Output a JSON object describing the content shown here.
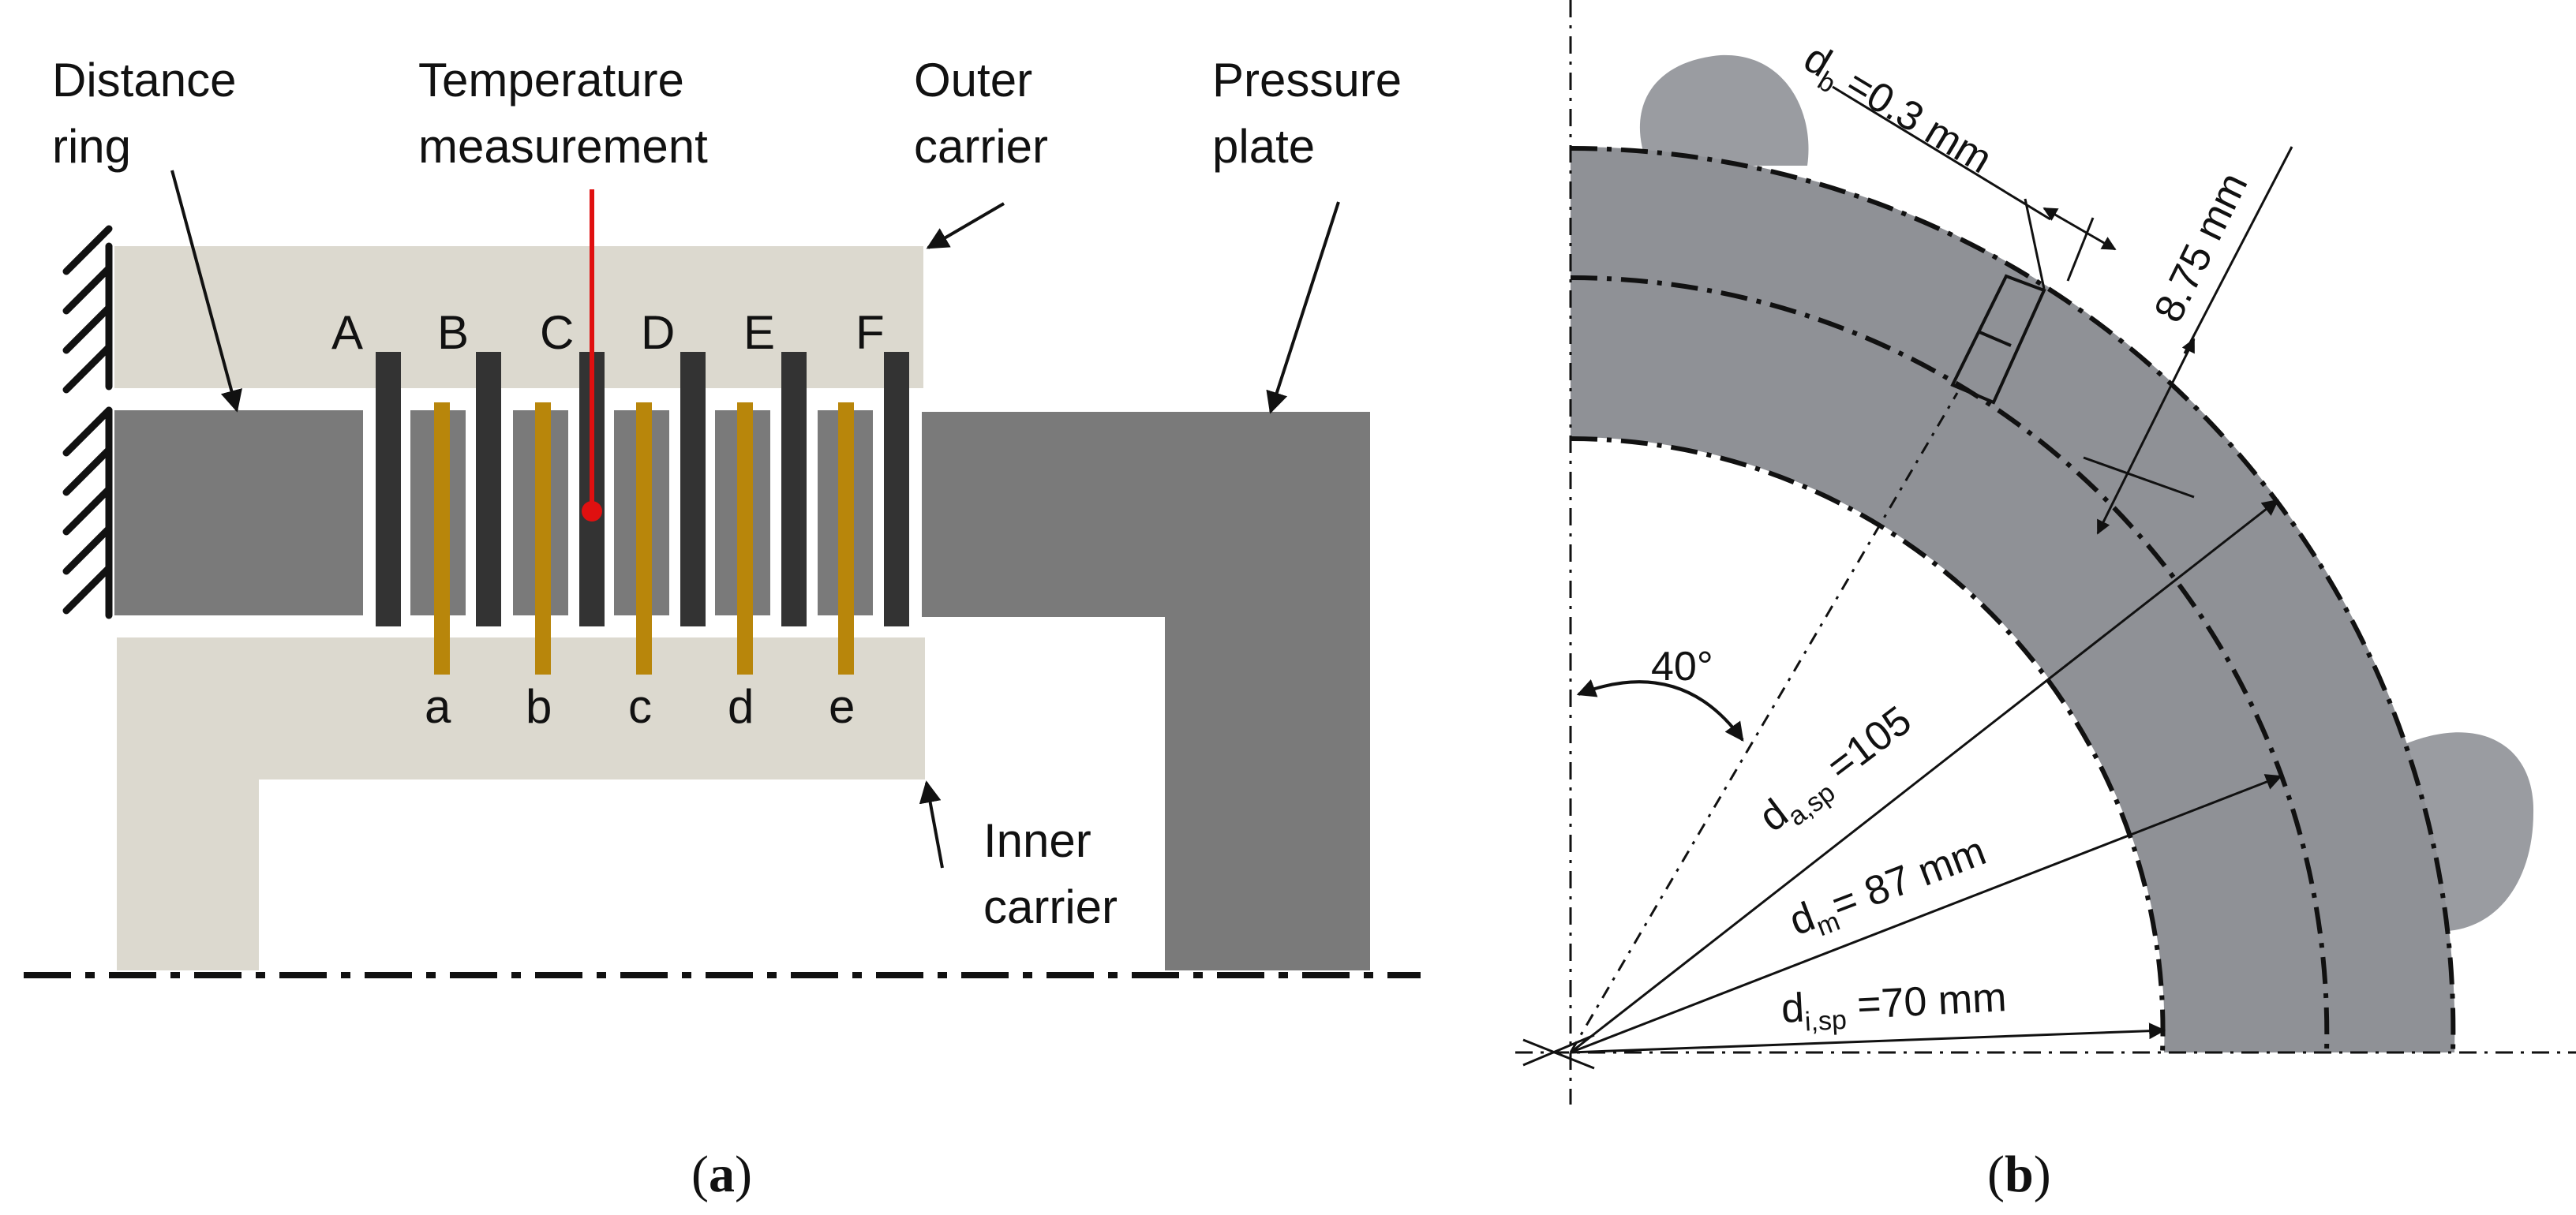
{
  "panel_a": {
    "labels": {
      "distance_ring": [
        "Distance",
        "ring"
      ],
      "temperature_measurement": [
        "Temperature",
        "measurement"
      ],
      "outer_carrier": [
        "Outer",
        "carrier"
      ],
      "pressure_plate": [
        "Pressure",
        "plate"
      ],
      "inner_carrier": [
        "Inner",
        "carrier"
      ]
    },
    "outer_plates": [
      "A",
      "B",
      "C",
      "D",
      "E",
      "F"
    ],
    "inner_plates": [
      "a",
      "b",
      "c",
      "d",
      "e"
    ],
    "colors": {
      "carrier": "#dcd9cf",
      "housing": "#7a7a7a",
      "steel_plate": "#333333",
      "friction_plate": "#b8860b",
      "sensor": "#e01010"
    }
  },
  "panel_b": {
    "dim_db": {
      "symbol": "d",
      "sub": "b",
      "value": " =0.3 mm"
    },
    "dim_width": "8.75 mm",
    "angle": "40°",
    "dim_da": {
      "symbol": "d",
      "sub": "a,sp",
      "value": " =105"
    },
    "dim_dm": {
      "symbol": "d",
      "sub": "m",
      "value": "= 87 mm"
    },
    "dim_di": {
      "symbol": "d",
      "sub": "i,sp",
      "value": " =70 mm"
    },
    "colors": {
      "disc": "#8f9196",
      "lobe": "#9a9ca1"
    }
  },
  "captions": {
    "open": "(",
    "a": "a",
    "b": "b",
    "close": ")"
  }
}
